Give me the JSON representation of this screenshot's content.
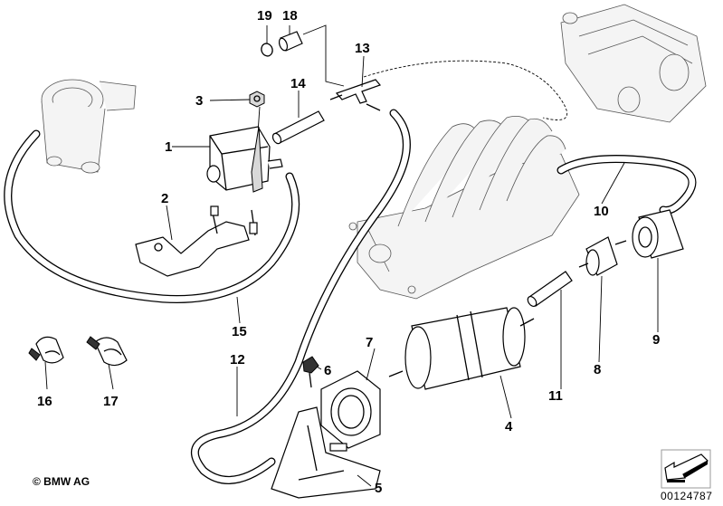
{
  "diagram": {
    "title": "Vacuum control parts diagram",
    "copyright": "© BMW AG",
    "document_id": "00124787",
    "navigation_icon": "arrow-next-icon",
    "callouts": [
      {
        "num": "1",
        "part": "solenoid-valve"
      },
      {
        "num": "2",
        "part": "bracket"
      },
      {
        "num": "3",
        "part": "hex-nut"
      },
      {
        "num": "4",
        "part": "vacuum-reservoir"
      },
      {
        "num": "5",
        "part": "reservoir-bracket"
      },
      {
        "num": "6",
        "part": "clip-nut"
      },
      {
        "num": "7",
        "part": "holder"
      },
      {
        "num": "8",
        "part": "check-valve"
      },
      {
        "num": "9",
        "part": "rubber-mount"
      },
      {
        "num": "10",
        "part": "vacuum-hose"
      },
      {
        "num": "11",
        "part": "hose-section"
      },
      {
        "num": "12",
        "part": "vacuum-hose"
      },
      {
        "num": "13",
        "part": "t-connector"
      },
      {
        "num": "14",
        "part": "hose-section"
      },
      {
        "num": "15",
        "part": "vacuum-hose"
      },
      {
        "num": "16",
        "part": "hose-clamp"
      },
      {
        "num": "17",
        "part": "hose-clamp"
      },
      {
        "num": "18",
        "part": "hose-sleeve"
      },
      {
        "num": "19",
        "part": "o-ring"
      }
    ]
  }
}
